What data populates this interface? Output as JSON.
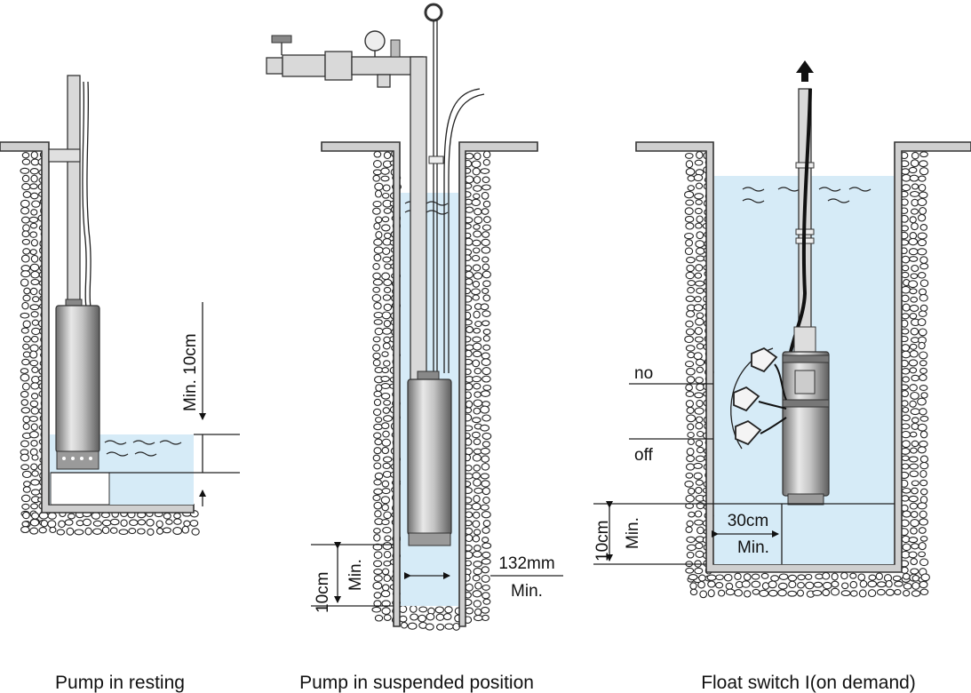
{
  "panels": [
    {
      "caption": "Pump in resting",
      "labels": {
        "min_gap": "Min. 10cm"
      }
    },
    {
      "caption": "Pump in suspended position",
      "labels": {
        "clearance_value": "10cm",
        "clearance_min": "Min.",
        "diameter_value": "132mm",
        "diameter_min": "Min."
      }
    },
    {
      "caption": "Float switch I(on demand)",
      "labels": {
        "level_on": "no",
        "level_off": "off",
        "bottom_value": "10cm",
        "bottom_min": "Min.",
        "side_value": "30cm",
        "side_min": "Min."
      }
    }
  ],
  "colors": {
    "water": "#d6ebf7",
    "pump_body": "#a9a9a9",
    "wall": "#cfcfcf"
  }
}
